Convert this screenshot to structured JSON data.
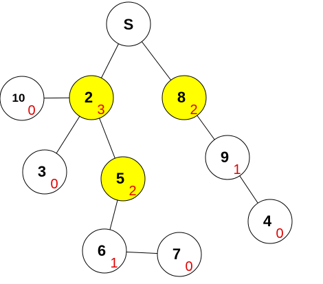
{
  "colors": {
    "highlight": "#ffff00",
    "node_fill": "#ffffff",
    "stroke": "#000000",
    "subscript": "#e00000"
  },
  "nodes": [
    {
      "id": "S",
      "label": "S",
      "sub": "",
      "highlight": false
    },
    {
      "id": "2",
      "label": "2",
      "sub": "3",
      "highlight": true
    },
    {
      "id": "8",
      "label": "8",
      "sub": "2",
      "highlight": true
    },
    {
      "id": "10",
      "label": "10",
      "sub": "0",
      "highlight": false
    },
    {
      "id": "3",
      "label": "3",
      "sub": "0",
      "highlight": false
    },
    {
      "id": "5",
      "label": "5",
      "sub": "2",
      "highlight": true
    },
    {
      "id": "9",
      "label": "9",
      "sub": "1",
      "highlight": false
    },
    {
      "id": "6",
      "label": "6",
      "sub": "1",
      "highlight": false
    },
    {
      "id": "7",
      "label": "7",
      "sub": "0",
      "highlight": false
    },
    {
      "id": "4",
      "label": "4",
      "sub": "0",
      "highlight": false
    }
  ],
  "edges": [
    [
      "S",
      "2"
    ],
    [
      "S",
      "8"
    ],
    [
      "2",
      "10"
    ],
    [
      "2",
      "3"
    ],
    [
      "2",
      "5"
    ],
    [
      "8",
      "9"
    ],
    [
      "9",
      "4"
    ],
    [
      "5",
      "6"
    ],
    [
      "6",
      "7"
    ]
  ]
}
